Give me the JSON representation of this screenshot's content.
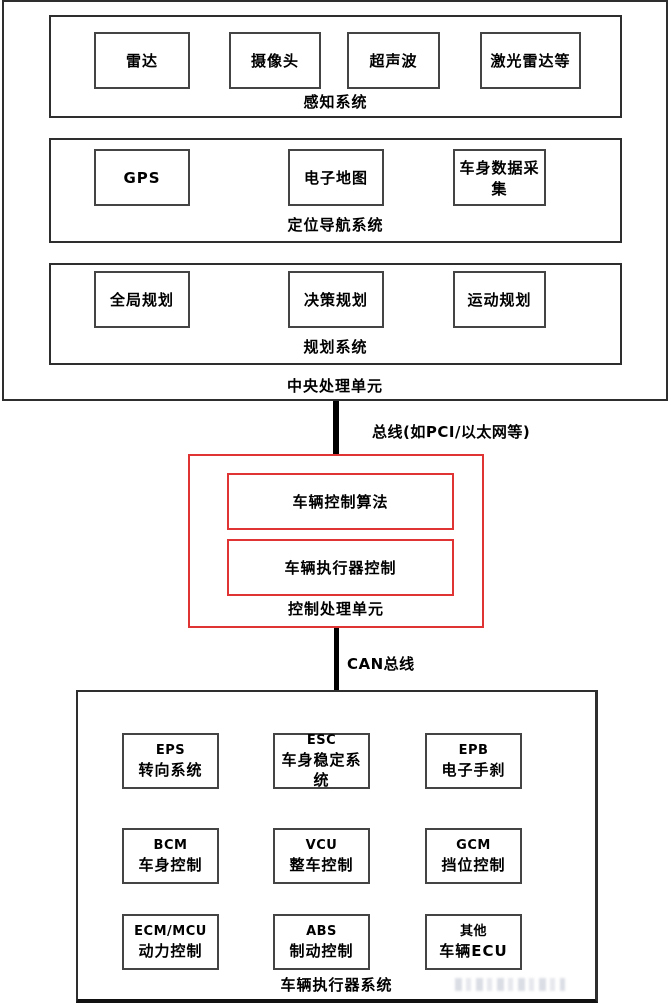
{
  "diagram": {
    "cpu_unit": {
      "label": "中央处理单元",
      "sections": [
        {
          "label": "感知系统",
          "items": [
            "雷达",
            "摄像头",
            "超声波",
            "激光雷达等"
          ]
        },
        {
          "label": "定位导航系统",
          "items": [
            "GPS",
            "电子地图",
            "车身数据采集"
          ]
        },
        {
          "label": "规划系统",
          "items": [
            "全局规划",
            "决策规划",
            "运动规划"
          ]
        }
      ]
    },
    "bus1_label": "总线(如PCI/以太网等)",
    "control_unit": {
      "label": "控制处理单元",
      "items": [
        "车辆控制算法",
        "车辆执行器控制"
      ]
    },
    "bus2_label": "CAN总线",
    "actuator_system": {
      "label": "车辆执行器系统",
      "cells": [
        {
          "line1": "EPS",
          "line2": "转向系统"
        },
        {
          "line1": "ESC",
          "line2": "车身稳定系统"
        },
        {
          "line1": "EPB",
          "line2": "电子手刹"
        },
        {
          "line1": "BCM",
          "line2": "车身控制"
        },
        {
          "line1": "VCU",
          "line2": "整车控制"
        },
        {
          "line1": "GCM",
          "line2": "挡位控制"
        },
        {
          "line1": "ECM/MCU",
          "line2": "动力控制"
        },
        {
          "line1": "ABS",
          "line2": "制动控制"
        },
        {
          "line1": "其他",
          "line2": "车辆ECU"
        }
      ]
    },
    "colors": {
      "accent_red": "#e03434",
      "border_dark": "#2e2e2e",
      "line_black": "#000000"
    }
  }
}
